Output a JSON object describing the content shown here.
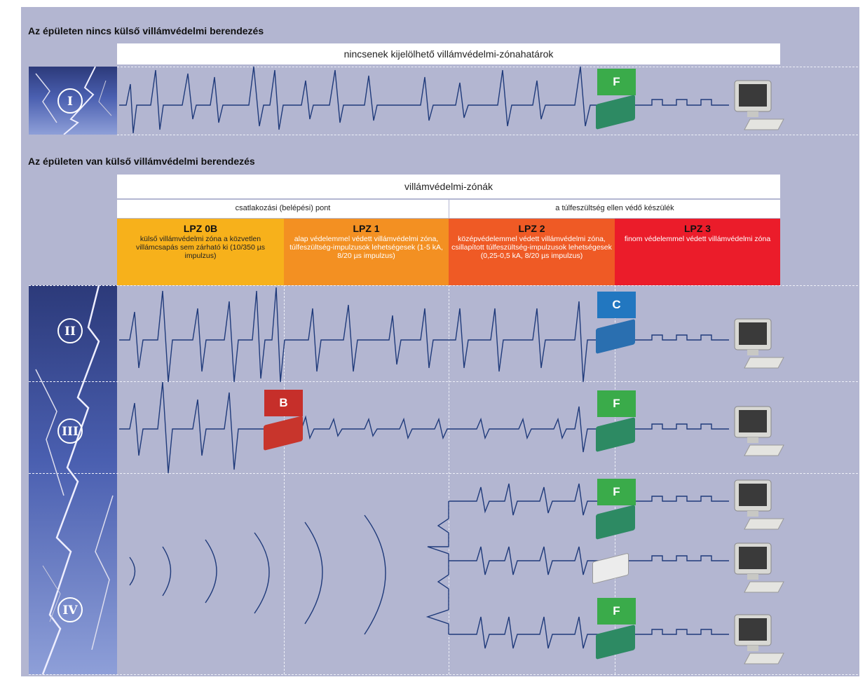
{
  "section1": {
    "heading": "Az épületen nincs külső villámvédelmi berendezés",
    "bar": "nincsenek kijelölhető villámvédelmi-zónahatárok"
  },
  "section2": {
    "heading": "Az épületen van külső villámvédelmi berendezés",
    "bar": "villámvédelmi-zónák",
    "sub_left": "csatlakozási (belépési) pont",
    "sub_right": "a túlfeszültség ellen védő készülék"
  },
  "zones": [
    {
      "title": "LPZ 0B",
      "desc": "külső villámvédelmi zóna a közvetlen villámcsapás sem zárható ki (10/350 µs impulzus)",
      "color": "#f7b11b"
    },
    {
      "title": "LPZ 1",
      "desc": "alap védelemmel védett villámvédelmi zóna, túlfeszültség-impulzusok lehetségesek (1-5 kA, 8/20 µs impulzus)",
      "color": "#f39022"
    },
    {
      "title": "LPZ 2",
      "desc": "középvédelemmel védett villámvédelmi zóna, csillapított túlfeszültség-impulzusok lehetségesek (0,25-0,5 kA, 8/20 µs impulzus)",
      "color": "#ef5a25"
    },
    {
      "title": "LPZ 3",
      "desc": "finom védelemmel védett villámvédelmi zóna",
      "color": "#eb1c2a"
    }
  ],
  "scenarios": [
    "I",
    "II",
    "III",
    "IV"
  ],
  "devices": {
    "F": {
      "label": "F",
      "color": "#3aab4a"
    },
    "C": {
      "label": "C",
      "color": "#2277c0"
    },
    "B": {
      "label": "B",
      "color": "#c62f2a"
    }
  },
  "colors": {
    "panel": "#b3b6d1",
    "signal": "#1f3a7a"
  }
}
